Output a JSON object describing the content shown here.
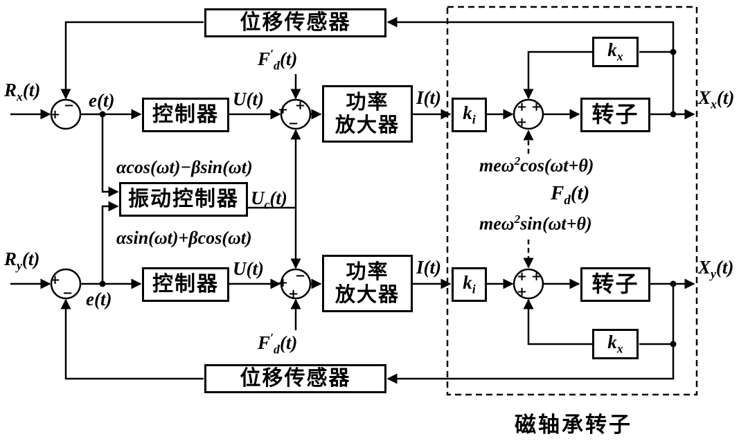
{
  "signs": {
    "plus": "+",
    "minus": "−"
  },
  "blocks": {
    "sensor_top": "位移传感器",
    "sensor_bottom": "位移传感器",
    "controller_x": "控制器",
    "controller_y": "控制器",
    "vibration_controller": "振动控制器",
    "amplifier_x": {
      "line1": "功率",
      "line2": "放大器"
    },
    "amplifier_y": {
      "line1": "功率",
      "line2": "放大器"
    },
    "gain_ki_x": "k_{i}",
    "gain_ki_y": "k_{i}",
    "rotor_x": "转子",
    "rotor_y": "转子",
    "stiffness_kx_top": "k_{x}",
    "stiffness_kx_bottom": "k_{x}"
  },
  "labels": {
    "rx_input": "R_{x}(t)",
    "ry_input": "R_{y}(t)",
    "error_x": "e(t)",
    "error_y": "e(t)",
    "u_x": "U(t)",
    "u_y": "U(t)",
    "fd_comp_x": "F^{′}_{d}(t)",
    "fd_comp_y": "F^{′}_{d}(t)",
    "current_x": "I(t)",
    "current_y": "I(t)",
    "xx_output": "X_{x}(t)",
    "xy_output": "X_{y}(t)",
    "vib_signal_top": "αcos(ωt)−βsin(ωt)",
    "uc_output": "U_{c}(t)",
    "vib_signal_bottom": "αsin(ωt)+βcos(ωt)",
    "disturbance_x": "meω^{2}cos(ωt+θ)",
    "fd_force": "F_{d}(t)",
    "disturbance_y": "meω^{2}sin(ωt+θ)",
    "dashed_box_caption": "磁轴承转子"
  }
}
